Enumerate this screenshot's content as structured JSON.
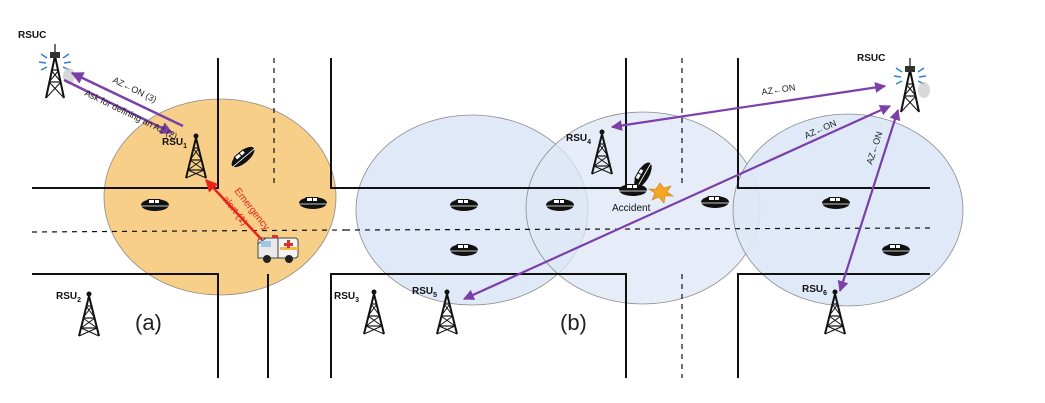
{
  "nodes": {
    "rsuc_a": {
      "label": "RSUC"
    },
    "rsuc_b": {
      "label": "RSUC"
    },
    "rsu1": {
      "label": "RSU",
      "sub": "1"
    },
    "rsu2": {
      "label": "RSU",
      "sub": "2"
    },
    "rsu3": {
      "label": "RSU",
      "sub": "3"
    },
    "rsu4": {
      "label": "RSU",
      "sub": "4"
    },
    "rsu5": {
      "label": "RSU",
      "sub": "5"
    },
    "rsu6": {
      "label": "RSU",
      "sub": "6"
    }
  },
  "panels": {
    "a": "(a)",
    "b": "(b)"
  },
  "arrows": {
    "az_on_3": "AZ←ON (3)",
    "ask_define": "Ask for defining an AZ (2)",
    "emergency_1": "Emergency",
    "emergency_2": "alert (1)",
    "az_on_top": "AZ←ON",
    "az_on_mid": "AZ←ON",
    "az_on_right": "AZ←ON"
  },
  "accident": {
    "label": "Accident"
  },
  "colors": {
    "coverage_active": "#f7cf88",
    "coverage_normal": "#dde7f6",
    "arrow": "#7a3fa8",
    "alert": "#e8231a",
    "road": "#111111"
  }
}
